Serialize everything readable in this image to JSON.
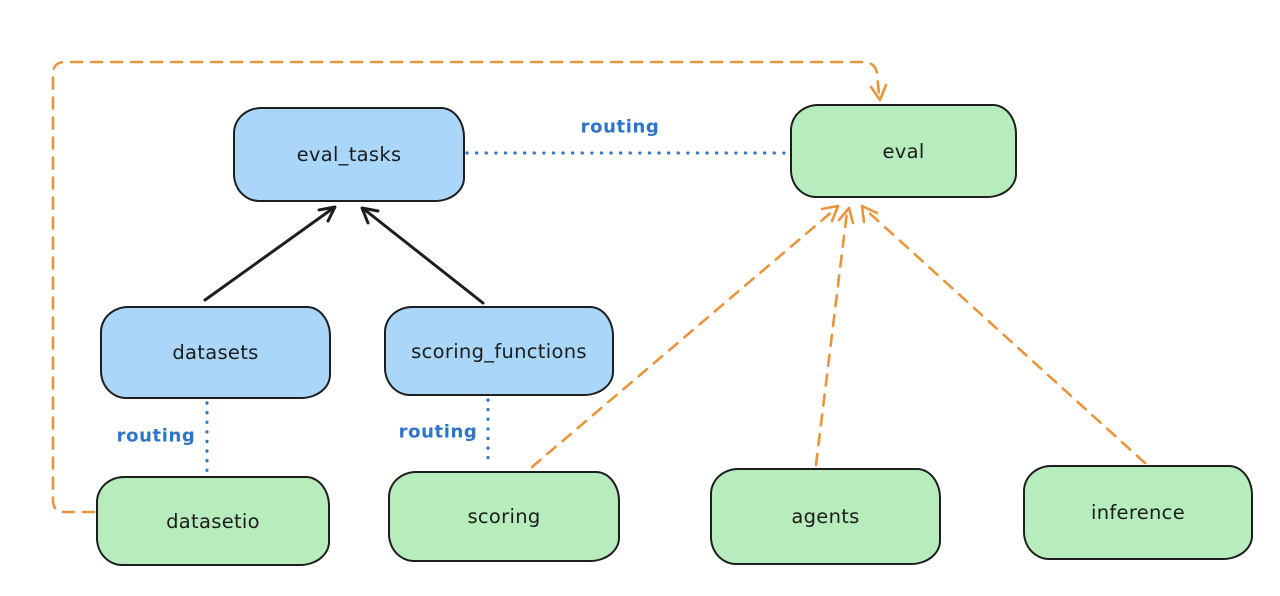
{
  "diagram": {
    "nodes": [
      {
        "id": "eval_tasks",
        "label": "eval_tasks",
        "color": "blue"
      },
      {
        "id": "eval",
        "label": "eval",
        "color": "green"
      },
      {
        "id": "datasets",
        "label": "datasets",
        "color": "blue"
      },
      {
        "id": "scoring_functions",
        "label": "scoring_functions",
        "color": "blue"
      },
      {
        "id": "datasetio",
        "label": "datasetio",
        "color": "green"
      },
      {
        "id": "scoring",
        "label": "scoring",
        "color": "green"
      },
      {
        "id": "agents",
        "label": "agents",
        "color": "green"
      },
      {
        "id": "inference",
        "label": "inference",
        "color": "green"
      }
    ],
    "edges": [
      {
        "from": "datasets",
        "to": "eval_tasks",
        "style": "solid",
        "color": "black",
        "arrow": true,
        "label": ""
      },
      {
        "from": "scoring_functions",
        "to": "eval_tasks",
        "style": "solid",
        "color": "black",
        "arrow": true,
        "label": ""
      },
      {
        "from": "eval_tasks",
        "to": "eval",
        "style": "dotted",
        "color": "blue",
        "arrow": false,
        "label": "routing"
      },
      {
        "from": "datasets",
        "to": "datasetio",
        "style": "dotted",
        "color": "blue",
        "arrow": false,
        "label": "routing"
      },
      {
        "from": "scoring_functions",
        "to": "scoring",
        "style": "dotted",
        "color": "blue",
        "arrow": false,
        "label": "routing"
      },
      {
        "from": "datasetio",
        "to": "eval",
        "style": "dashed",
        "color": "orange",
        "arrow": true,
        "label": ""
      },
      {
        "from": "scoring",
        "to": "eval",
        "style": "dashed",
        "color": "orange",
        "arrow": true,
        "label": ""
      },
      {
        "from": "agents",
        "to": "eval",
        "style": "dashed",
        "color": "orange",
        "arrow": true,
        "label": ""
      },
      {
        "from": "inference",
        "to": "eval",
        "style": "dashed",
        "color": "orange",
        "arrow": true,
        "label": ""
      }
    ],
    "colors": {
      "node_blue_fill": "#a9d6f9",
      "node_green_fill": "#b7edbd",
      "node_stroke": "#1e1e1e",
      "routing_blue": "#2e74c8",
      "dashed_orange": "#e8953b",
      "background": "#ffffff"
    }
  }
}
